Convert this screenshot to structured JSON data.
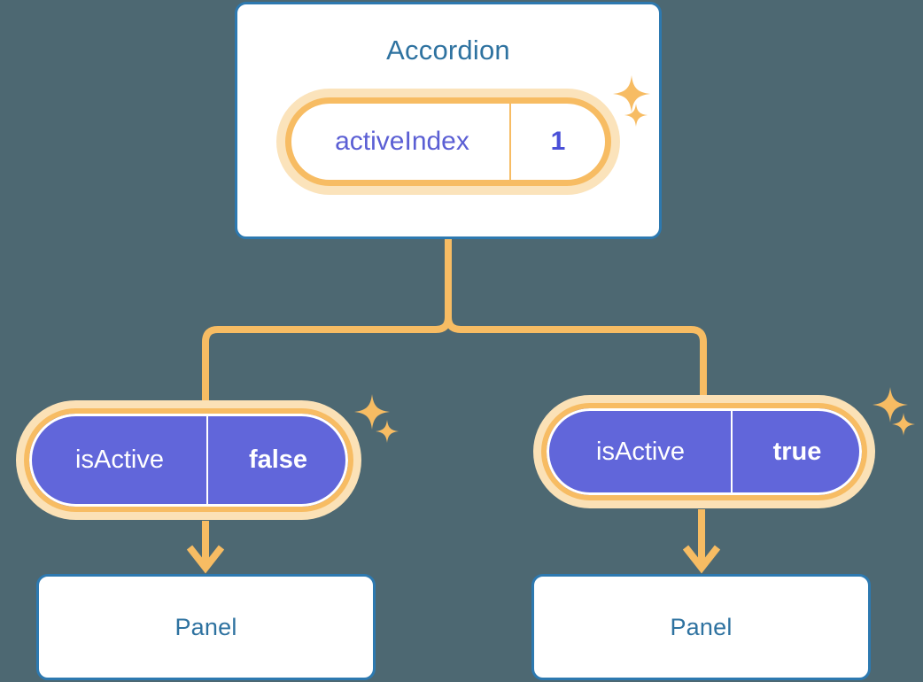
{
  "diagram": {
    "background_color": "#4d6872",
    "accent_color": "#f7bc63",
    "node_border_color": "#2d79b0",
    "badge_fill_color": "#6166da",
    "title_color": "#2e72a0"
  },
  "root": {
    "title": "Accordion",
    "badge": {
      "key": "activeIndex",
      "value": "1"
    }
  },
  "children": [
    {
      "badge": {
        "key": "isActive",
        "value": "false"
      },
      "title": "Panel"
    },
    {
      "badge": {
        "key": "isActive",
        "value": "true"
      },
      "title": "Panel"
    }
  ],
  "icons": {
    "sparkle": "sparkle-icon",
    "arrow": "arrow-down-icon"
  }
}
